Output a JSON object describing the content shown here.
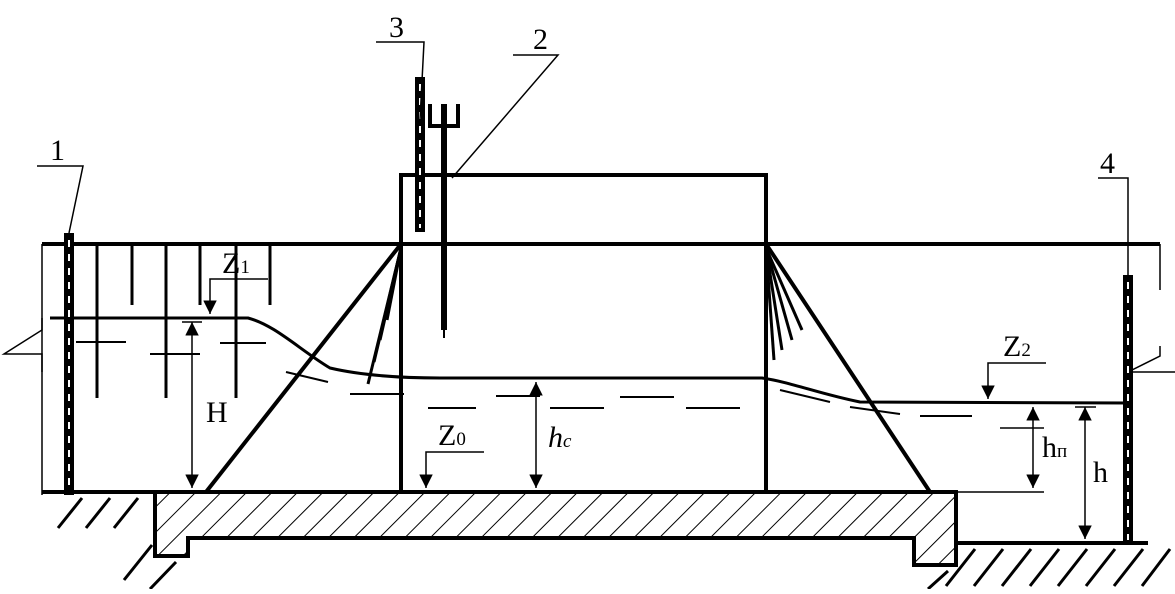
{
  "labels": {
    "callout_1": "1",
    "callout_2": "2",
    "callout_3": "3",
    "callout_4": "4",
    "z1_main": "Z",
    "z1_sub": "1",
    "z2_main": "Z",
    "z2_sub": "2",
    "z0_main": "Z",
    "z0_sub": "0",
    "H": "H",
    "hc_main": "h",
    "hc_sub": "c",
    "hn_main": "h",
    "hn_sub": "п",
    "h": "h"
  }
}
